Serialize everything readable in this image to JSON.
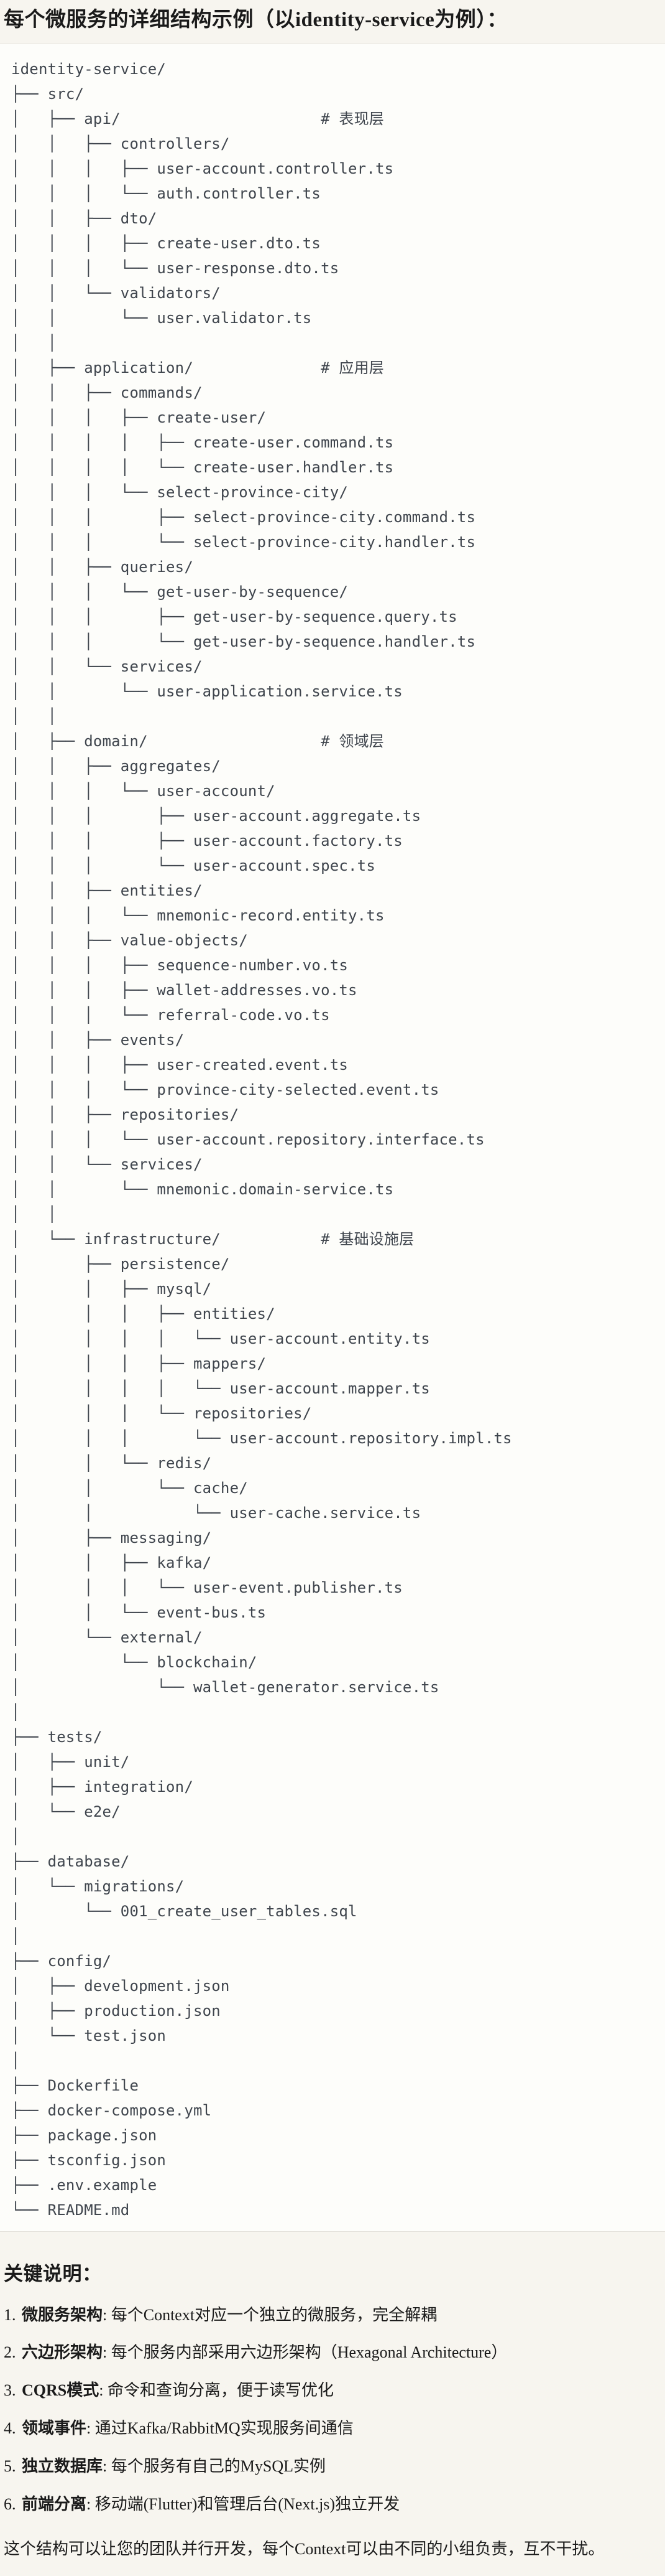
{
  "page": {
    "title": "每个微服务的详细结构示例（以identity-service为例）：",
    "tree_lines": [
      "identity-service/",
      "├── src/",
      "│   ├── api/                      # 表现层",
      "│   │   ├── controllers/",
      "│   │   │   ├── user-account.controller.ts",
      "│   │   │   └── auth.controller.ts",
      "│   │   ├── dto/",
      "│   │   │   ├── create-user.dto.ts",
      "│   │   │   └── user-response.dto.ts",
      "│   │   └── validators/",
      "│   │       └── user.validator.ts",
      "│   │",
      "│   ├── application/              # 应用层",
      "│   │   ├── commands/",
      "│   │   │   ├── create-user/",
      "│   │   │   │   ├── create-user.command.ts",
      "│   │   │   │   └── create-user.handler.ts",
      "│   │   │   └── select-province-city/",
      "│   │   │       ├── select-province-city.command.ts",
      "│   │   │       └── select-province-city.handler.ts",
      "│   │   ├── queries/",
      "│   │   │   └── get-user-by-sequence/",
      "│   │   │       ├── get-user-by-sequence.query.ts",
      "│   │   │       └── get-user-by-sequence.handler.ts",
      "│   │   └── services/",
      "│   │       └── user-application.service.ts",
      "│   │",
      "│   ├── domain/                   # 领域层",
      "│   │   ├── aggregates/",
      "│   │   │   └── user-account/",
      "│   │   │       ├── user-account.aggregate.ts",
      "│   │   │       ├── user-account.factory.ts",
      "│   │   │       └── user-account.spec.ts",
      "│   │   ├── entities/",
      "│   │   │   └── mnemonic-record.entity.ts",
      "│   │   ├── value-objects/",
      "│   │   │   ├── sequence-number.vo.ts",
      "│   │   │   ├── wallet-addresses.vo.ts",
      "│   │   │   └── referral-code.vo.ts",
      "│   │   ├── events/",
      "│   │   │   ├── user-created.event.ts",
      "│   │   │   └── province-city-selected.event.ts",
      "│   │   ├── repositories/",
      "│   │   │   └── user-account.repository.interface.ts",
      "│   │   └── services/",
      "│   │       └── mnemonic.domain-service.ts",
      "│   │",
      "│   └── infrastructure/           # 基础设施层",
      "│       ├── persistence/",
      "│       │   ├── mysql/",
      "│       │   │   ├── entities/",
      "│       │   │   │   └── user-account.entity.ts",
      "│       │   │   ├── mappers/",
      "│       │   │   │   └── user-account.mapper.ts",
      "│       │   │   └── repositories/",
      "│       │   │       └── user-account.repository.impl.ts",
      "│       │   └── redis/",
      "│       │       └── cache/",
      "│       │           └── user-cache.service.ts",
      "│       ├── messaging/",
      "│       │   ├── kafka/",
      "│       │   │   └── user-event.publisher.ts",
      "│       │   └── event-bus.ts",
      "│       └── external/",
      "│           └── blockchain/",
      "│               └── wallet-generator.service.ts",
      "│",
      "├── tests/",
      "│   ├── unit/",
      "│   ├── integration/",
      "│   └── e2e/",
      "│",
      "├── database/",
      "│   └── migrations/",
      "│       └── 001_create_user_tables.sql",
      "│",
      "├── config/",
      "│   ├── development.json",
      "│   ├── production.json",
      "│   └── test.json",
      "│",
      "├── Dockerfile",
      "├── docker-compose.yml",
      "├── package.json",
      "├── tsconfig.json",
      "├── .env.example",
      "└── README.md"
    ],
    "notes": {
      "heading": "关键说明：",
      "items": [
        {
          "num": "1. ",
          "term": "微服务架构",
          "desc": ": 每个Context对应一个独立的微服务，完全解耦"
        },
        {
          "num": "2. ",
          "term": "六边形架构",
          "desc": ": 每个服务内部采用六边形架构（Hexagonal Architecture）"
        },
        {
          "num": "3. ",
          "term": "CQRS模式",
          "desc": ": 命令和查询分离，便于读写优化"
        },
        {
          "num": "4. ",
          "term": "领域事件",
          "desc": ": 通过Kafka/RabbitMQ实现服务间通信"
        },
        {
          "num": "5. ",
          "term": "独立数据库",
          "desc": ": 每个服务有自己的MySQL实例"
        },
        {
          "num": "6. ",
          "term": "前端分离",
          "desc": ": 移动端(Flutter)和管理后台(Next.js)独立开发"
        }
      ],
      "footer": "这个结构可以让您的团队并行开发，每个Context可以由不同的小组负责，互不干扰。"
    },
    "colors": {
      "page_bg": "#f7f5ef",
      "code_bg": "#fdfdfa",
      "code_border": "#e4e2dc",
      "code_text": "#3f454d",
      "body_text": "#1a1a1a"
    }
  }
}
